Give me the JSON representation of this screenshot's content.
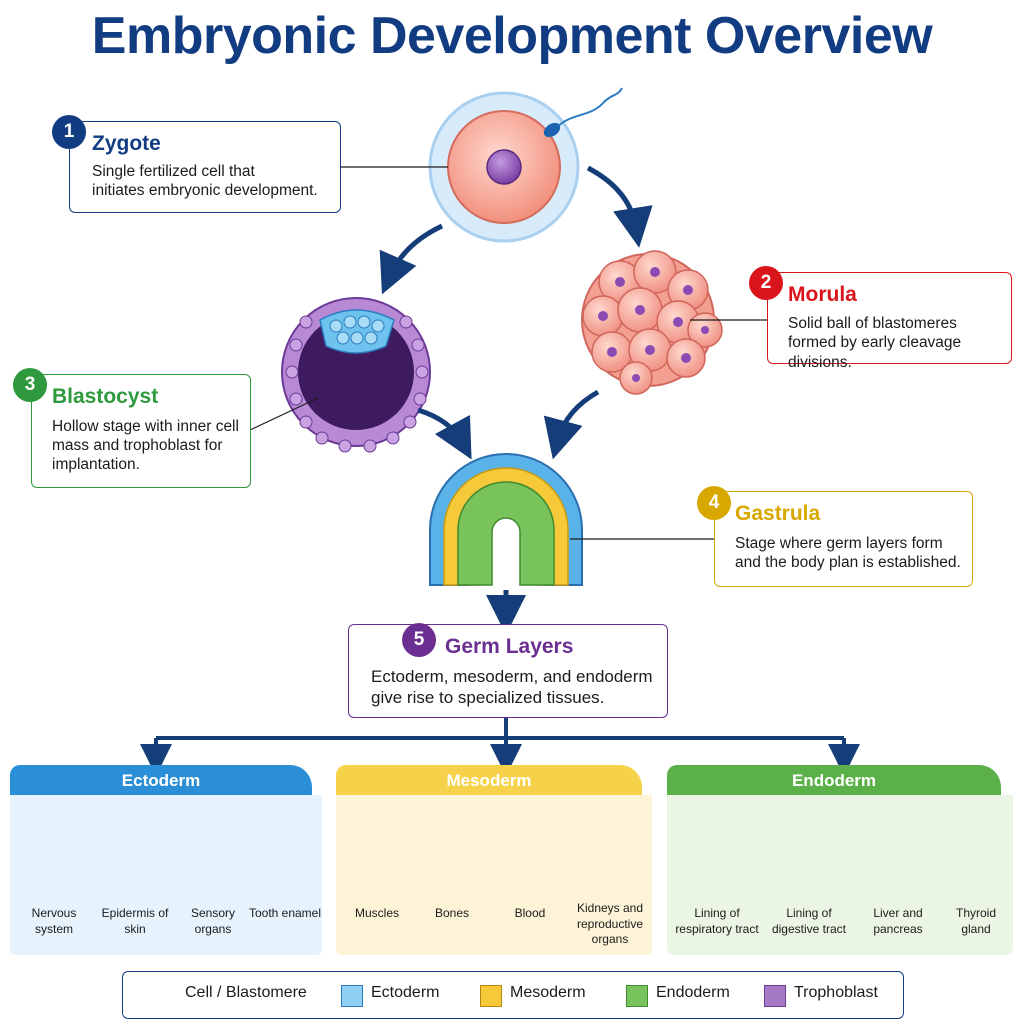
{
  "title": "Embryonic Development Overview",
  "stages": {
    "zygote": {
      "num": "1",
      "title": "Zygote",
      "desc1": "Single fertilized cell that",
      "desc2": "initiates embryonic development.",
      "color": "#123c82"
    },
    "morula": {
      "num": "2",
      "title": "Morula",
      "desc1": "Solid ball of blastomeres",
      "desc2": "formed by early cleavage divisions.",
      "color": "#d9141b"
    },
    "blastocyst": {
      "num": "3",
      "title": "Blastocyst",
      "desc1": "Hollow stage with inner cell",
      "desc2": "mass and trophoblast for",
      "desc3": "implantation.",
      "color": "#2e9a3d"
    },
    "gastrula": {
      "num": "4",
      "title": "Gastrula",
      "desc1": "Stage where germ layers form",
      "desc2": "and the body plan is established.",
      "color": "#d9a800"
    },
    "germ": {
      "num": "5",
      "title": "Germ Layers",
      "desc1": "Ectoderm, mesoderm, and endoderm",
      "desc2": "give rise to specialized tissues.",
      "color": "#6a2f91"
    }
  },
  "layers": {
    "ectoderm": {
      "title": "Ectoderm",
      "color": "#2a8fd6",
      "items": [
        {
          "l1": "Nervous",
          "l2": "system"
        },
        {
          "l1": "Epidermis of",
          "l2": "skin"
        },
        {
          "l1": "Sensory",
          "l2": "organs"
        },
        {
          "l1": "Tooth enamel",
          "l2": ""
        }
      ]
    },
    "mesoderm": {
      "title": "Mesoderm",
      "color": "#f3cd3b",
      "items": [
        {
          "l1": "Muscles",
          "l2": ""
        },
        {
          "l1": "Bones",
          "l2": ""
        },
        {
          "l1": "Blood",
          "l2": ""
        },
        {
          "l1": "Kidneys and",
          "l2": "reproductive",
          "l3": "organs"
        }
      ]
    },
    "endoderm": {
      "title": "Endoderm",
      "color": "#5bb04a",
      "items": [
        {
          "l1": "Lining of",
          "l2": "respiratory tract"
        },
        {
          "l1": "Lining of",
          "l2": "digestive tract"
        },
        {
          "l1": "Liver and",
          "l2": "pancreas"
        },
        {
          "l1": "Thyroid",
          "l2": "gland"
        }
      ]
    }
  },
  "legend": [
    {
      "label": "Cell / Blastomere",
      "color": "#8a4bb0"
    },
    {
      "label": "Ectoderm",
      "color": "#8fd0f3"
    },
    {
      "label": "Mesoderm",
      "color": "#f5c93a"
    },
    {
      "label": "Endoderm",
      "color": "#79c35d"
    },
    {
      "label": "Trophoblast",
      "color": "#a679c7"
    }
  ]
}
